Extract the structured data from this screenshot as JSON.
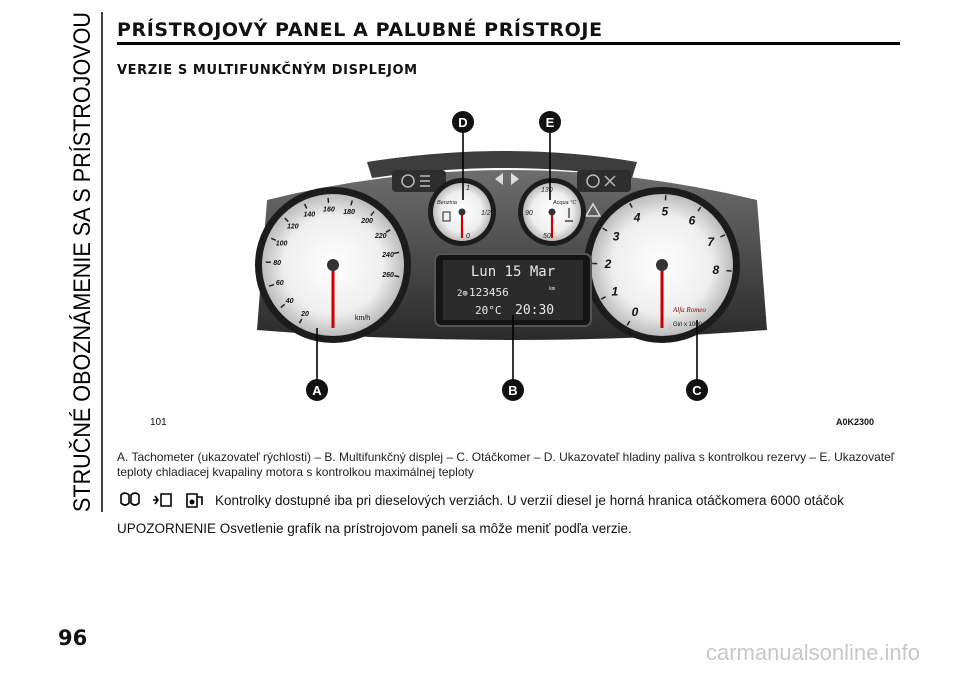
{
  "side_title": "STRUČNÉ OBOZNÁMENIE SA S PRÍSTROJOVOU",
  "page_number": "96",
  "heading": "PRÍSTROJOVÝ PANEL A PALUBNÉ PRÍSTROJE",
  "subheading": "VERZIE S MULTIFUNKČNÝM DISPLEJOM",
  "figure": {
    "number": "101",
    "code": "A0K2300",
    "callouts": [
      "A",
      "B",
      "C",
      "D",
      "E"
    ],
    "speedometer": {
      "ticks": [
        "20",
        "40",
        "60",
        "80",
        "100",
        "120",
        "140",
        "160",
        "180",
        "200",
        "220",
        "240",
        "260"
      ],
      "unit": "km/h"
    },
    "tachometer": {
      "ticks": [
        "0",
        "1",
        "2",
        "3",
        "4",
        "5",
        "6",
        "7",
        "8"
      ],
      "unit": "Giri x 1000",
      "brand": "Alfa Romeo"
    },
    "fuel_gauge": {
      "label": "Benzina",
      "marks": [
        "1",
        "1/2",
        "0"
      ]
    },
    "temp_gauge": {
      "label": "Acqua °C",
      "marks": [
        "130",
        "90",
        "50"
      ]
    },
    "display": {
      "line1": "Lun 15 Mar",
      "odometer": "123456",
      "odometer_unit": "km",
      "temperature": "20°C",
      "time": "20:30"
    }
  },
  "caption": "A. Tachometer (ukazovateľ rýchlosti) – B. Multifunkčný displej – C. Otáčkomer – D. Ukazovateľ hladiny paliva s kontrolkou rezervy – E. Ukazovateľ teploty chladiacej kvapaliny motora s kontrolkou maximálnej teploty",
  "note": "Kontrolky dostupné iba pri dieselových verziách. U verzií diesel je horná hranica otáčkomera 6000 otáčok",
  "warning": "UPOZORNENIE Osvetlenie grafík na prístrojovom paneli sa môže meniť podľa verzie.",
  "watermark": "carmanualsonline.info"
}
